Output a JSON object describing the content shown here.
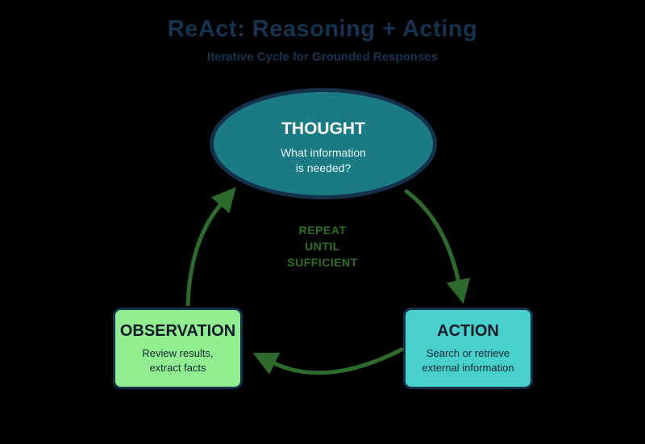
{
  "title": "ReAct: Reasoning + Acting",
  "subtitle": "Iterative Cycle for Grounded Responses",
  "cycle_label": {
    "lines": [
      "REPEAT",
      "UNTIL",
      "SUFFICIENT"
    ]
  },
  "nodes": {
    "thought": {
      "label": "THOUGHT",
      "desc_line1": "What information",
      "desc_line2": "is needed?"
    },
    "action": {
      "label": "ACTION",
      "desc_line1": "Search or retrieve",
      "desc_line2": "external information"
    },
    "observation": {
      "label": "OBSERVATION",
      "desc_line1": "Review results,",
      "desc_line2": "extract facts"
    }
  },
  "colors": {
    "background": "#000000",
    "heading_text": "#15334f",
    "thought_fill": "#1b7b85",
    "thought_text": "#ffffff",
    "action_fill": "#48d1cc",
    "observation_fill": "#90ee90",
    "node_border": "#14304a",
    "box_text": "#0c1a28",
    "arrow_green": "#2d6b2d",
    "cycle_label_green": "#2d7023"
  }
}
